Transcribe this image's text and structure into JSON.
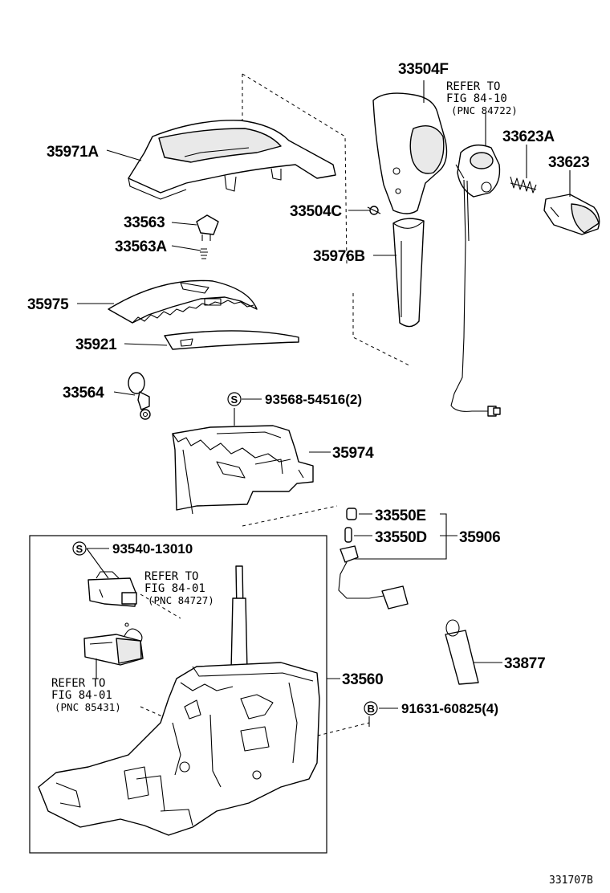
{
  "parts": {
    "p33504F": "33504F",
    "p33623A": "33623A",
    "p33623": "33623",
    "p35971A": "35971A",
    "p33563": "33563",
    "p33563A": "33563A",
    "p33504C": "33504C",
    "p35976B": "35976B",
    "p35975": "35975",
    "p35921": "35921",
    "p33564": "33564",
    "p35974": "35974",
    "p33550E": "33550E",
    "p33550D": "33550D",
    "p35906": "35906",
    "p33877": "33877",
    "p33560": "33560"
  },
  "fasteners": {
    "s1_symbol": "S",
    "s1_part": "93568-54516(2)",
    "s2_symbol": "S",
    "s2_part": "93540-13010",
    "b1_symbol": "B",
    "b1_part": "91631-60825(4)"
  },
  "references": {
    "r1_line1": "REFER TO",
    "r1_line2": "FIG 84-10",
    "r1_line3": "(PNC 84722)",
    "r2_line1": "REFER TO",
    "r2_line2": "FIG 84-01",
    "r2_line3": "(PNC 84727)",
    "r3_line1": "REFER TO",
    "r3_line2": "FIG 84-01",
    "r3_line3": "(PNC 85431)"
  },
  "diagram_code": "331707B"
}
